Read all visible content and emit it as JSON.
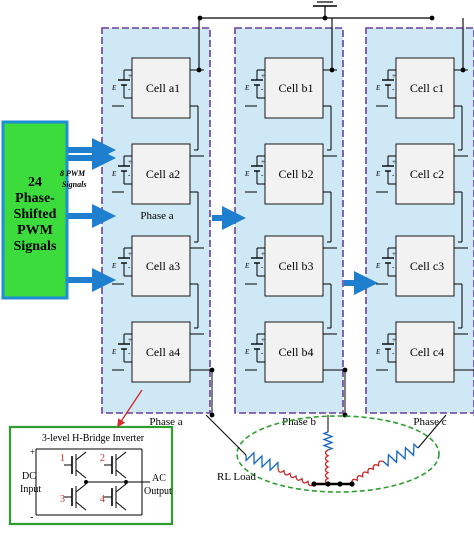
{
  "source_box": {
    "lines": [
      "24",
      "Phase-",
      "Shifted",
      "PWM",
      "Signals"
    ]
  },
  "pwm_note": [
    "8 PWM",
    "Signals"
  ],
  "phases": [
    {
      "label": "Phase a",
      "cells": [
        "Cell a1",
        "Cell a2",
        "Cell a3",
        "Cell a4"
      ]
    },
    {
      "label": "Phase b",
      "cells": [
        "Cell b1",
        "Cell b2",
        "Cell b3",
        "Cell b4"
      ]
    },
    {
      "label": "Phase c",
      "cells": [
        "Cell c1",
        "Cell c2",
        "Cell c3",
        "Cell c4"
      ]
    }
  ],
  "phase_a_mid_label": "Phase a",
  "dc_symbols": {
    "source": "E",
    "plus": "+",
    "minus": "-"
  },
  "inset": {
    "title": "3-level H-Bridge Inverter",
    "dc_label": [
      "DC",
      "Input"
    ],
    "ac_label": [
      "AC",
      "Output"
    ],
    "switches": [
      "1",
      "2",
      "3",
      "4"
    ],
    "plus": "+",
    "minus": "-"
  },
  "load_label": "RL Load",
  "colors": {
    "source_fill": "#3ddc3d",
    "source_border": "#1e8fd6",
    "phase_fill": "#cfe8f5",
    "phase_border": "#6a3fa0",
    "arrow": "#1f7fcf",
    "inductor": "#c62828",
    "resistor": "#1565c0",
    "inset_border": "#2e9e2e",
    "load_ellipse": "#2e9e2e",
    "pointer_arrow": "#d32f2f"
  }
}
